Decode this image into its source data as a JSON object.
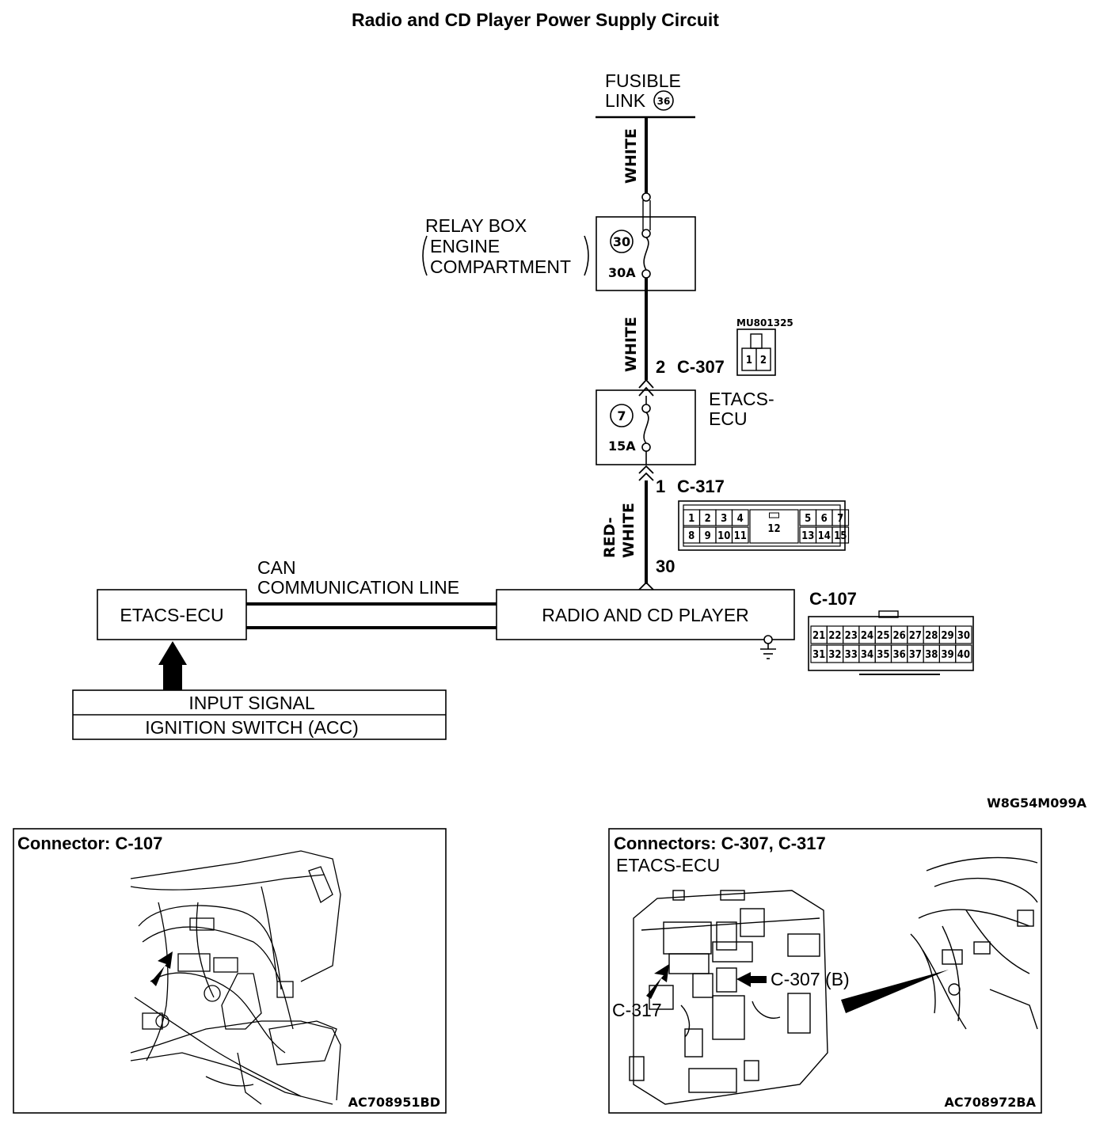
{
  "title": "Radio and CD Player Power Supply Circuit",
  "fusible_link": {
    "line1": "FUSIBLE",
    "line2": "LINK",
    "number": "36"
  },
  "wires": {
    "top": "WHITE",
    "middle": "WHITE",
    "bottom_line1": "RED-",
    "bottom_line2": "WHITE"
  },
  "relay_box": {
    "line1": "RELAY BOX",
    "line2": "ENGINE",
    "line3": "COMPARTMENT",
    "fuse_number": "30",
    "fuse_rating": "30A"
  },
  "c307": {
    "pin": "2",
    "name": "C-307",
    "part_number": "MU801325",
    "pins": [
      "1",
      "2"
    ]
  },
  "etacs_fuse": {
    "label_line1": "ETACS-",
    "label_line2": "ECU",
    "fuse_number": "7",
    "fuse_rating": "15A"
  },
  "c317": {
    "pin": "1",
    "name": "C-317",
    "row1": [
      "1",
      "2",
      "3",
      "4",
      "12",
      "5",
      "6",
      "7"
    ],
    "row2": [
      "8",
      "9",
      "10",
      "11",
      "13",
      "14",
      "15"
    ]
  },
  "radio_pin": "30",
  "can": {
    "line1": "CAN",
    "line2": "COMMUNICATION LINE"
  },
  "etacs_ecu": "ETACS-ECU",
  "radio": "RADIO AND CD PLAYER",
  "c107": {
    "name": "C-107",
    "row1": [
      "21",
      "22",
      "23",
      "24",
      "25",
      "26",
      "27",
      "28",
      "29",
      "30"
    ],
    "row2": [
      "31",
      "32",
      "33",
      "34",
      "35",
      "36",
      "37",
      "38",
      "39",
      "40"
    ]
  },
  "input": {
    "line1": "INPUT SIGNAL",
    "line2": "IGNITION SWITCH (ACC)"
  },
  "diagram_code": "W8G54M099A",
  "panel_left": {
    "title": "Connector: C-107",
    "code": "AC708951BD"
  },
  "panel_right": {
    "title": "Connectors: C-307, C-317",
    "subtitle": "ETACS-ECU",
    "label_c307": "C-307 (B)",
    "label_c317": "C-317",
    "code": "AC708972BA"
  }
}
